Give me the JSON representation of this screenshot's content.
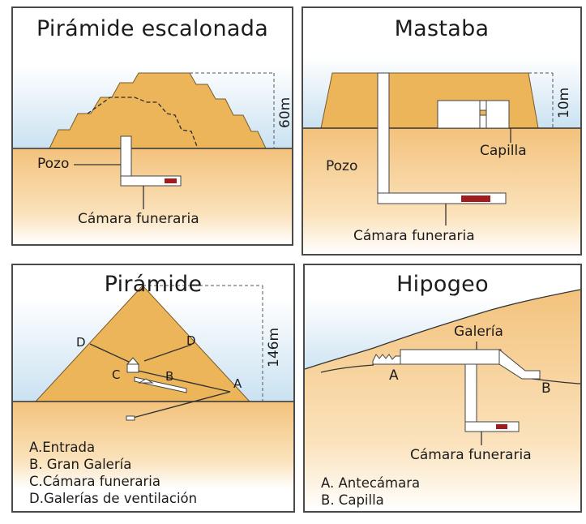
{
  "panels": {
    "step_pyramid": {
      "title": "Pirámide escalonada",
      "height": "60m",
      "shaft_label": "Pozo",
      "chamber_label": "Cámara funeraria"
    },
    "mastaba": {
      "title": "Mastaba",
      "height": "10m",
      "chapel_label": "Capilla",
      "shaft_label": "Pozo",
      "chamber_label": "Cámara funeraria"
    },
    "pyramid": {
      "title": "Pirámide",
      "height": "146m",
      "markers": {
        "a": "A",
        "b": "B",
        "c": "C",
        "d1": "D",
        "d2": "D"
      },
      "legend": [
        "A.Entrada",
        "B. Gran Galería",
        "C.Cámara funeraria",
        "D.Galerías de ventilación"
      ]
    },
    "hypogeum": {
      "title": "Hipogeo",
      "gallery_label": "Galería",
      "markers": {
        "a": "A",
        "b": "B"
      },
      "chamber_label": "Cámara funeraria",
      "legend": [
        "A. Antecámara",
        "B. Capilla"
      ]
    }
  },
  "colors": {
    "sky": "#cfe4f2",
    "stone": "#ebb65a",
    "sand": "#f5cf93",
    "chamber_red": "#a11c1c",
    "outline": "#3a3a3a"
  }
}
